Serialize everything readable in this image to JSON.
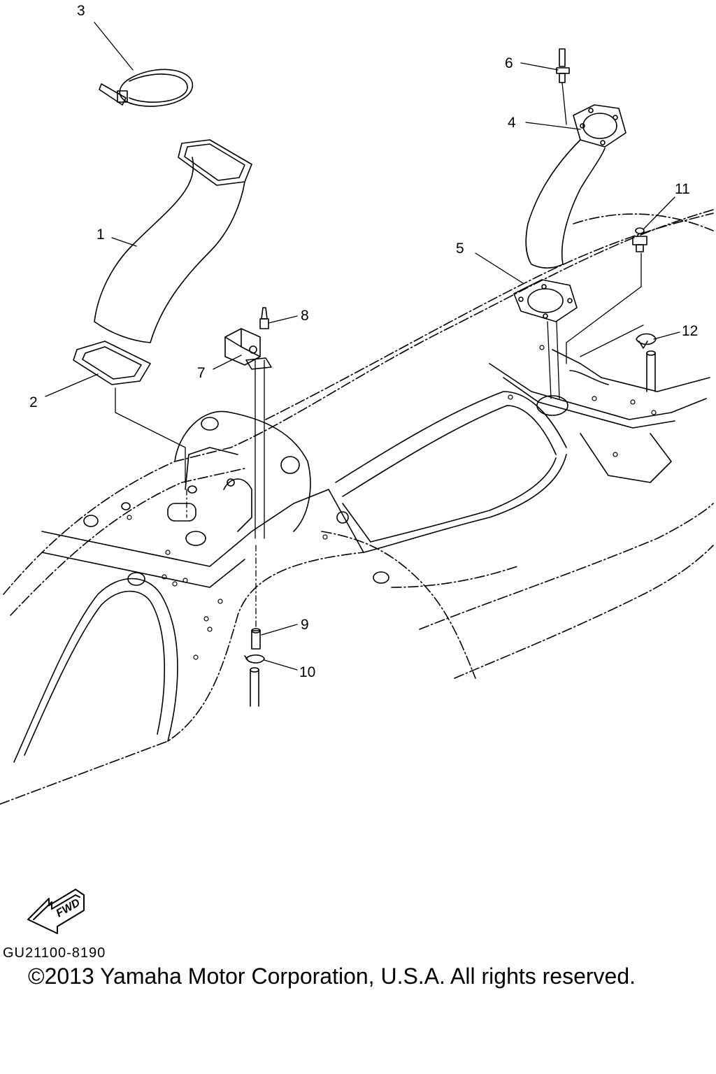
{
  "diagram": {
    "callouts": [
      {
        "id": "c1",
        "label": "1"
      },
      {
        "id": "c2",
        "label": "2"
      },
      {
        "id": "c3",
        "label": "3"
      },
      {
        "id": "c4",
        "label": "4"
      },
      {
        "id": "c5",
        "label": "5"
      },
      {
        "id": "c6",
        "label": "6"
      },
      {
        "id": "c7",
        "label": "7"
      },
      {
        "id": "c8",
        "label": "8"
      },
      {
        "id": "c9",
        "label": "9"
      },
      {
        "id": "c10",
        "label": "10"
      },
      {
        "id": "c11",
        "label": "11"
      },
      {
        "id": "c12",
        "label": "12"
      }
    ],
    "fwd_label": "FWD",
    "part_code": "GU21100-8190",
    "copyright": "©2013 Yamaha Motor Corporation, U.S.A. All rights reserved."
  },
  "colors": {
    "line": "#000000",
    "background": "#ffffff"
  }
}
